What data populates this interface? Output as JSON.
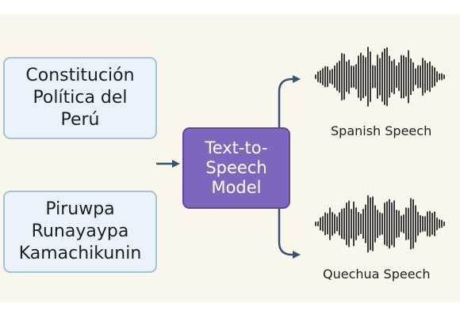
{
  "inputs": {
    "spanish_text": [
      "Constitución",
      "Política del",
      "Perú"
    ],
    "quechua_text": [
      "Piruwpa",
      "Runayaypa",
      "Kamachikunin"
    ]
  },
  "model": {
    "lines": [
      "Text-to-",
      "Speech",
      "Model"
    ]
  },
  "outputs": {
    "spanish_label": "Spanish Speech",
    "quechua_label": "Quechua Speech"
  },
  "colors": {
    "background": "#fbf6ec",
    "input_fill": "#eaf3fb",
    "input_border": "#9fc4de",
    "model_fill": "#7e65be",
    "arrow": "#2f5578",
    "waveform": "#3b3b3b"
  },
  "icons": {
    "waveform": "waveform-icon",
    "arrow": "arrow-right-icon"
  }
}
